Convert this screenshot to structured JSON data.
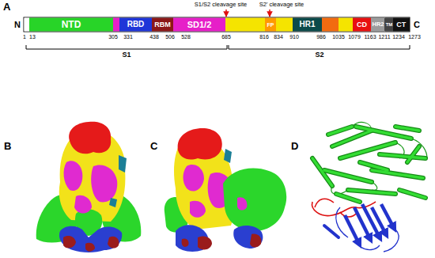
{
  "diagram": {
    "nodes": [
      {
        "text": [
          "NTD"
        ]
      },
      {
        "text": [
          "RBD"
        ]
      },
      {
        "text": [
          "RBM"
        ]
      },
      {
        "text": [
          "SD1/2"
        ]
      },
      {
        "text": [
          "FP"
        ]
      },
      {
        "text": [
          "HR1"
        ]
      },
      {
        "text": [
          "CD"
        ]
      },
      {
        "text": [
          "HR2"
        ]
      },
      {
        "text": [
          "TM"
        ]
      },
      {
        "text": [
          "CT"
        ]
      }
    ],
    "labels": [
      "A",
      "S1/S2 cleavage site",
      "S2' cleavage site",
      "N",
      "C",
      "1",
      "13",
      "305",
      "331",
      "438",
      "506",
      "528",
      "685",
      "816",
      "834",
      "910",
      "986",
      "1035",
      "1079",
      "1163",
      "1211",
      "1234",
      "1273",
      "S1",
      "S2",
      "B",
      "C",
      "D"
    ]
  }
}
